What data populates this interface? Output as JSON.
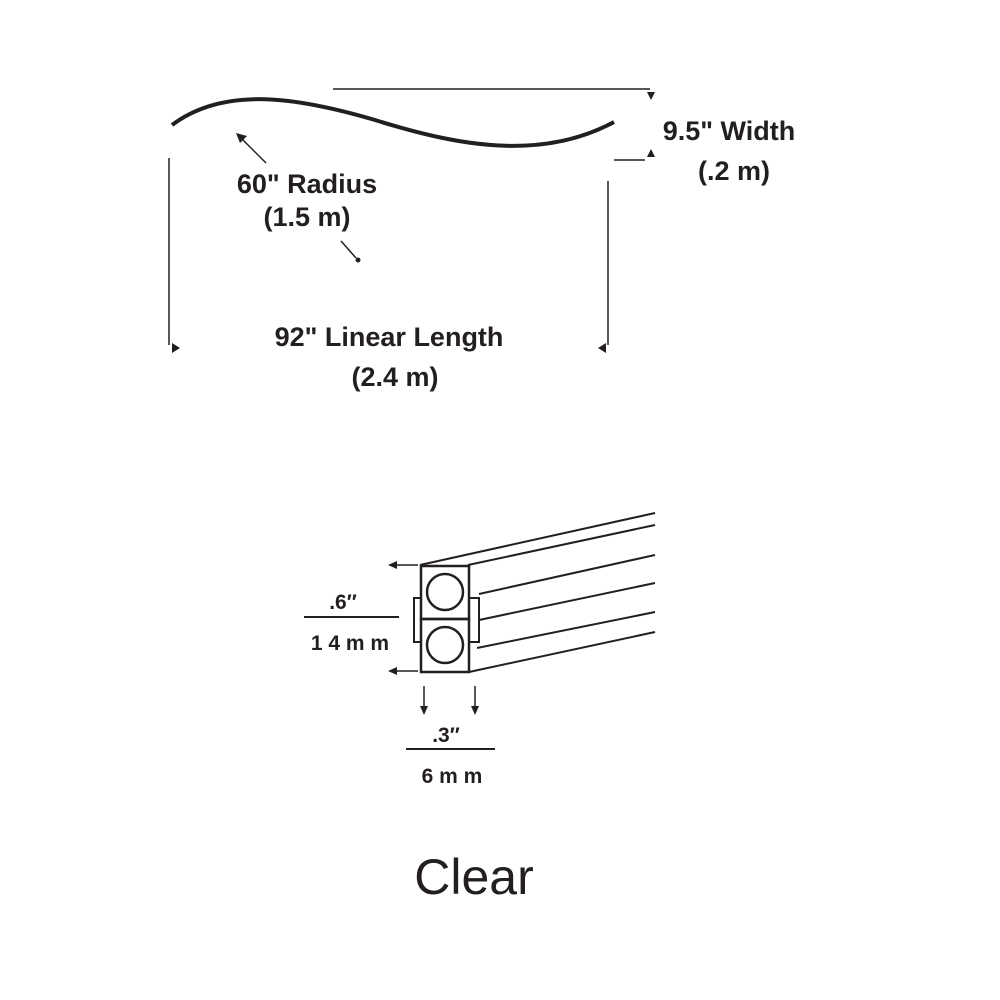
{
  "top_diagram": {
    "radius_label": "60\" Radius",
    "radius_metric": "(1.5 m)",
    "width_label": "9.5\" Width",
    "width_metric": "(.2 m)",
    "length_label": "92\" Linear Length",
    "length_metric": "(2.4 m)"
  },
  "cross_section": {
    "height_imperial": ".6″",
    "height_metric": "1 4 m m",
    "width_imperial": ".3″",
    "width_metric": "6 m m"
  },
  "caption": "Clear"
}
